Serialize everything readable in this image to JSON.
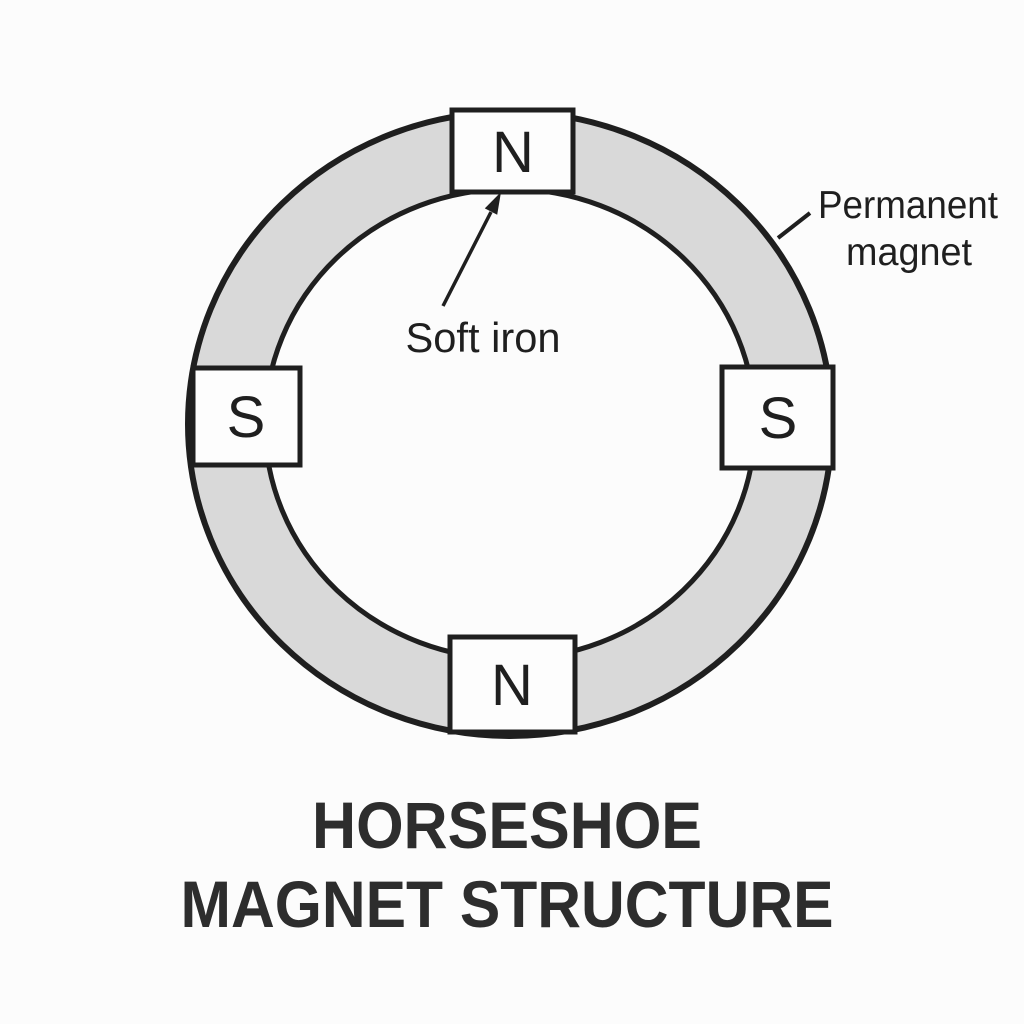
{
  "diagram": {
    "title": {
      "line1": "HORSESHOE",
      "line2": "MAGNET STRUCTURE"
    },
    "labels": {
      "soft_iron": "Soft iron",
      "permanent_magnet_line1": "Permanent",
      "permanent_magnet_line2": "magnet"
    },
    "poles": {
      "top": "N",
      "left": "S",
      "right": "S",
      "bottom": "N"
    },
    "colors": {
      "ring_fill": "#d9d9d9",
      "outline_stroke": "#1f1f1f",
      "background": "#fcfcfc",
      "title_color": "#2d2d2d",
      "pole_box_fill": "#fdfdfd"
    }
  }
}
